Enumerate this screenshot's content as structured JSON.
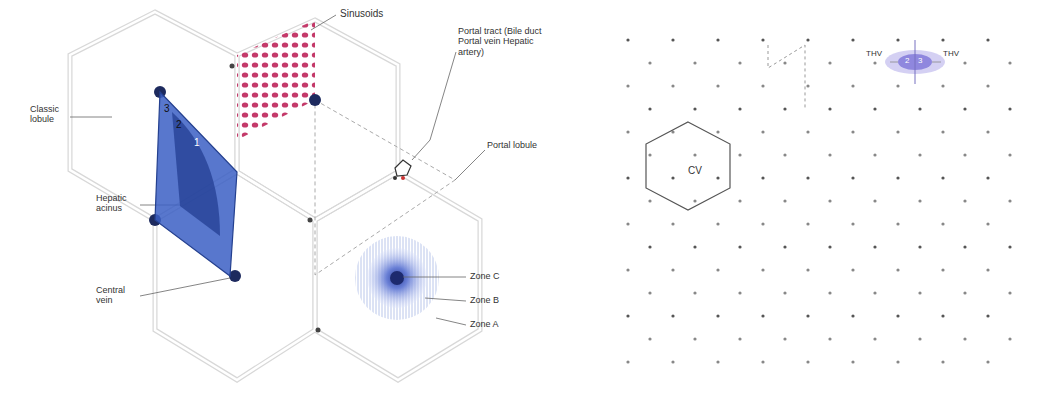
{
  "diagram": {
    "nodes": [
      {
        "text": [
          "3",
          "2",
          "1"
        ]
      },
      {
        "text": [
          "CV"
        ]
      }
    ],
    "labels": [
      "Sinusoids",
      "Portal tract (Bile duct Portal vein Hepatic artery)",
      "Portal lobule",
      "Classic lobule",
      "Hepatic acinus",
      "Central vein",
      "Zone C",
      "Zone B",
      "Zone A",
      "THV",
      "THV",
      "2",
      "3"
    ]
  }
}
